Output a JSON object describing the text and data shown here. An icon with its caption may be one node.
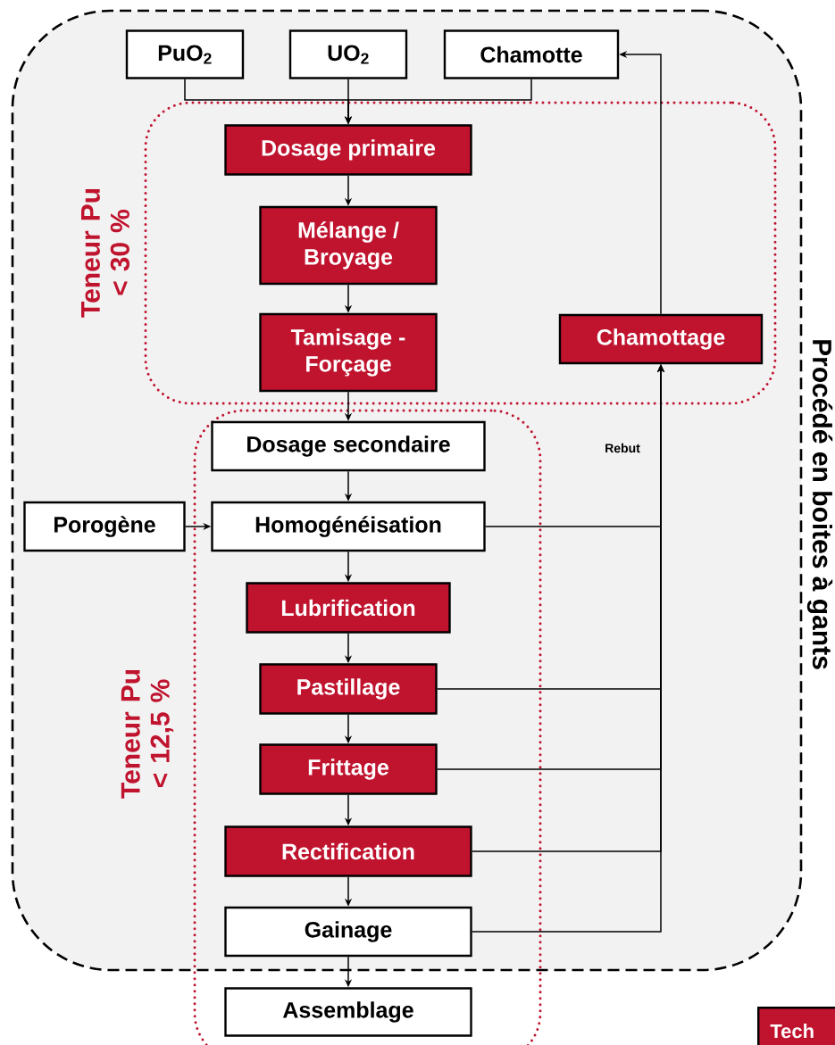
{
  "diagram": {
    "nodes": [
      {
        "text": [
          "Procédé en boites à gants"
        ]
      },
      {
        "text": [
          "Teneur Pu < 30 %"
        ],
        "in": 0
      },
      {
        "text": [
          "Teneur Pu < 12,5 %"
        ],
        "in": 0
      },
      {
        "text": [
          "PuO$_{2}$"
        ],
        "in": 0
      },
      {
        "text": [
          "UO$_{2}$"
        ],
        "in": 0
      },
      {
        "text": [
          "Chamotte"
        ],
        "in": 0
      },
      {
        "text": [
          "Dosage primaire"
        ],
        "in": 1
      },
      {
        "text": [
          "Mélange / Broyage"
        ],
        "in": 1
      },
      {
        "text": [
          "Tamisage - Forçage"
        ],
        "in": 1
      },
      {
        "text": [
          "Chamottage"
        ],
        "in": 1
      },
      {
        "text": [
          "Dosage secondaire"
        ],
        "in": 2
      },
      {
        "text": [
          "Porogène"
        ],
        "in": 0
      },
      {
        "text": [
          "Homogénéisation"
        ],
        "in": 2
      },
      {
        "text": [
          "Lubrification"
        ],
        "in": 2
      },
      {
        "text": [
          "Pastillage"
        ],
        "in": 2
      },
      {
        "text": [
          "Frittage"
        ],
        "in": 2
      },
      {
        "text": [
          "Rectification"
        ],
        "in": 2
      },
      {
        "text": [
          "Gainage"
        ],
        "in": 2
      },
      {
        "text": [
          "Assemblage"
        ],
        "in": 2
      },
      {
        "text": [
          "Tech"
        ]
      }
    ],
    "edges": [
      {
        "from": 3,
        "to": 6,
        "arrow": "to"
      },
      {
        "from": 4,
        "to": 6,
        "arrow": "to"
      },
      {
        "from": 5,
        "to": 6,
        "arrow": "to"
      },
      {
        "from": 6,
        "to": 7,
        "arrow": "to"
      },
      {
        "from": 7,
        "to": 8,
        "arrow": "to"
      },
      {
        "from": 8,
        "to": 10,
        "arrow": "to"
      },
      {
        "from": 10,
        "to": 12,
        "arrow": "to"
      },
      {
        "from": 11,
        "to": 12,
        "arrow": "to"
      },
      {
        "from": 12,
        "to": 13,
        "arrow": "to"
      },
      {
        "from": 13,
        "to": 14,
        "arrow": "to"
      },
      {
        "from": 14,
        "to": 15,
        "arrow": "to"
      },
      {
        "from": 15,
        "to": 16,
        "arrow": "to"
      },
      {
        "from": 16,
        "to": 17,
        "arrow": "to"
      },
      {
        "from": 17,
        "to": 18,
        "arrow": "to"
      },
      {
        "from": 12,
        "to": 9,
        "arrow": "to",
        "label": "Rebut"
      },
      {
        "from": 14,
        "to": 9,
        "arrow": "to"
      },
      {
        "from": 15,
        "to": 9,
        "arrow": "to"
      },
      {
        "from": 16,
        "to": 9,
        "arrow": "to"
      },
      {
        "from": 17,
        "to": 9,
        "arrow": "to"
      },
      {
        "from": 9,
        "to": 5,
        "arrow": "to"
      }
    ]
  }
}
